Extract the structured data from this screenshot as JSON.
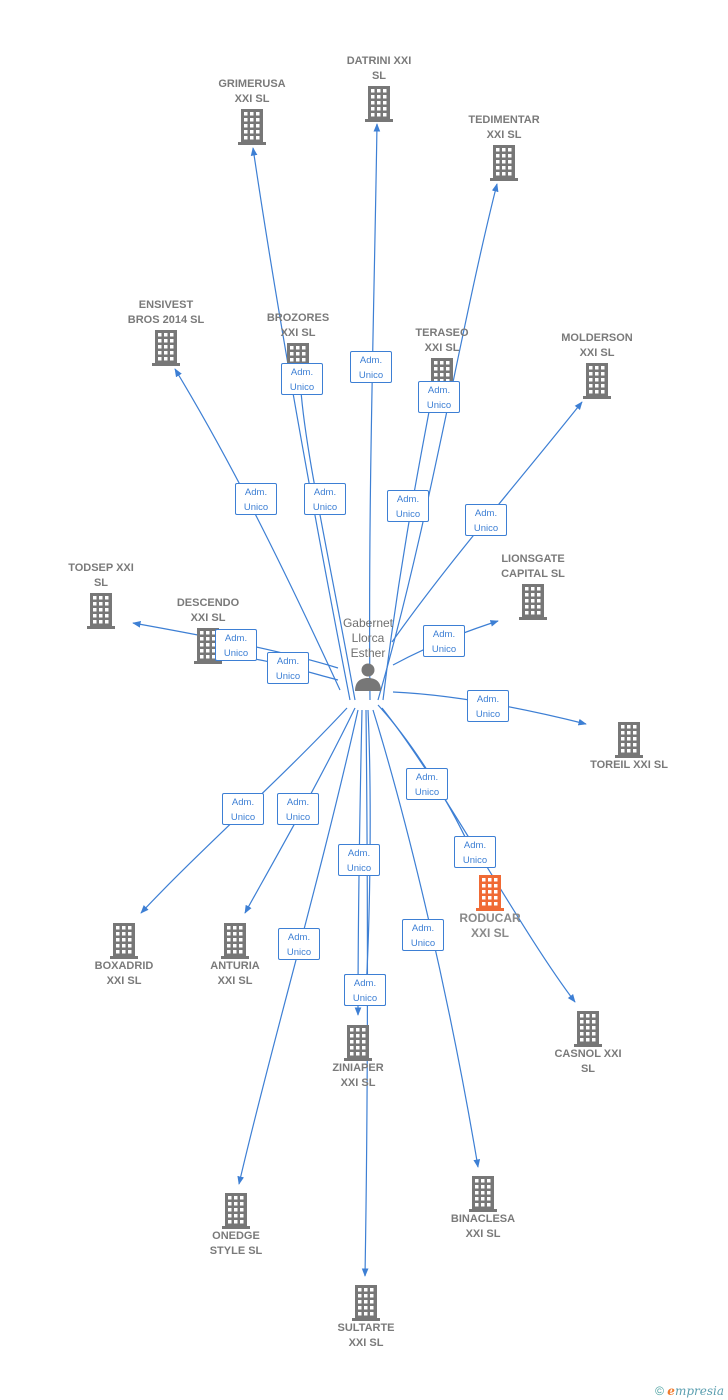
{
  "center": {
    "label": "Gabernet\nLlorca\nEsther",
    "icon": "person-icon"
  },
  "role_label": "Adm.\nUnico",
  "colors": {
    "link": "#3d7fd4",
    "company": "#777777",
    "highlight": "#f06a35"
  },
  "companies": [
    {
      "id": "datrini",
      "label": "DATRINI XXI\nSL",
      "highlight": false,
      "label_pos": "above"
    },
    {
      "id": "grimerusa",
      "label": "GRIMERUSA\nXXI  SL",
      "highlight": false,
      "label_pos": "above"
    },
    {
      "id": "tedimentar",
      "label": "TEDIMENTAR\nXXI  SL",
      "highlight": false,
      "label_pos": "above"
    },
    {
      "id": "ensivest",
      "label": "ENSIVEST\nBROS 2014  SL",
      "highlight": false,
      "label_pos": "above"
    },
    {
      "id": "brozores",
      "label": "BROZORES\nXXI  SL",
      "highlight": false,
      "label_pos": "above"
    },
    {
      "id": "teraseo",
      "label": "TERASEO\nXXI  SL",
      "highlight": false,
      "label_pos": "above"
    },
    {
      "id": "molderson",
      "label": "MOLDERSON\nXXI  SL",
      "highlight": false,
      "label_pos": "above"
    },
    {
      "id": "todsep",
      "label": "TODSEP XXI\nSL",
      "highlight": false,
      "label_pos": "above"
    },
    {
      "id": "descendo",
      "label": "DESCENDO\nXXI  SL",
      "highlight": false,
      "label_pos": "above"
    },
    {
      "id": "lionsgate",
      "label": "LIONSGATE\nCAPITAL  SL",
      "highlight": false,
      "label_pos": "above"
    },
    {
      "id": "toreil",
      "label": "TOREIL XXI  SL",
      "highlight": false,
      "label_pos": "below"
    },
    {
      "id": "roducar",
      "label": "RODUCAR\nXXI  SL",
      "highlight": true,
      "label_pos": "below"
    },
    {
      "id": "boxadrid",
      "label": "BOXADRID\nXXI  SL",
      "highlight": false,
      "label_pos": "below"
    },
    {
      "id": "anturia",
      "label": "ANTURIA\nXXI  SL",
      "highlight": false,
      "label_pos": "below"
    },
    {
      "id": "casnol",
      "label": "CASNOL XXI\nSL",
      "highlight": false,
      "label_pos": "below"
    },
    {
      "id": "ziniaper",
      "label": "ZINIAPER\nXXI  SL",
      "highlight": false,
      "label_pos": "below"
    },
    {
      "id": "binaclesa",
      "label": "BINACLESA\nXXI  SL",
      "highlight": false,
      "label_pos": "below"
    },
    {
      "id": "onedge",
      "label": "ONEDGE\nSTYLE  SL",
      "highlight": false,
      "label_pos": "below"
    },
    {
      "id": "sultarte",
      "label": "SULTARTE\nXXI  SL",
      "highlight": false,
      "label_pos": "below"
    }
  ],
  "footer": {
    "copyright": "©",
    "brand_initial": "e",
    "brand_rest": "mpresia"
  }
}
